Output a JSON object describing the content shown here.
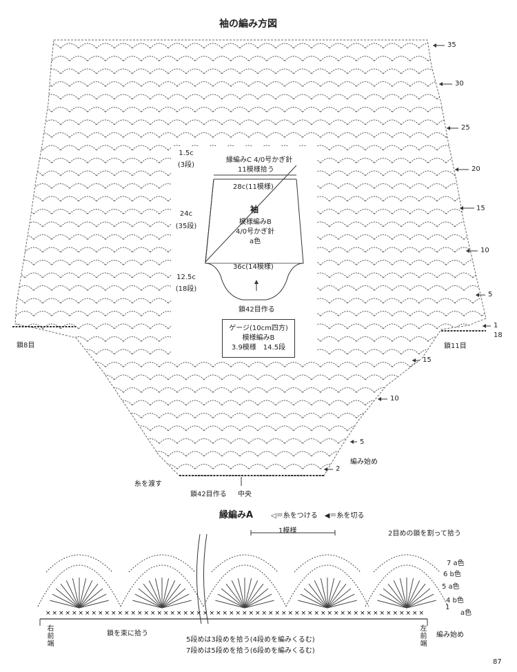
{
  "title": "袖の編み方図",
  "row_labels_right": [
    "35",
    "30",
    "25",
    "20",
    "15",
    "10",
    "5",
    "1",
    "18"
  ],
  "row_labels_bottom": [
    "15",
    "10",
    "5",
    "2"
  ],
  "left_measure": {
    "top": {
      "c": "1.5c",
      "rows": "(3段)"
    },
    "mid": {
      "c": "24c",
      "rows": "(35段)"
    },
    "bot": {
      "c": "12.5c",
      "rows": "(18段)"
    }
  },
  "sleeve_schematic": {
    "edging_note": "縁編みC 4/0号かぎ針",
    "pick_note": "11模様拾う",
    "top_width": "28c(11模様)",
    "name": "袖",
    "pattern": "模様編みB",
    "hook": "4/0号かぎ針",
    "color": "a色",
    "bottom_width": "36c(14模様)",
    "cast_on": "鎖42目作る"
  },
  "gauge": {
    "title": "ゲージ(10cm四方)",
    "pattern": "模様編みB",
    "values": "3.9模様　14.5段"
  },
  "chain_left": "鎖8目",
  "chain_right": "鎖11目",
  "start_label": "編み始め",
  "pass_yarn": "糸を渡す",
  "bottom_cast_on": "鎖42目作る",
  "center_label": "中央",
  "edging": {
    "title": "縁編みA",
    "legend": "◁＝糸をつける　◀＝糸を切る",
    "repeat": "1模様",
    "split_note": "2目めの鎖を割って拾う",
    "row_labels": [
      "7 a色",
      "6 b色",
      "5 a色",
      "4 b色",
      "1"
    ],
    "row_color_a": "a色",
    "left_edge": "右前端",
    "right_edge": "左前端",
    "start": "編み始め",
    "bundle_note": "鎖を束に拾う",
    "note1": "5段めは3段めを拾う(4段めを編みくるむ)",
    "note2": "7段めは5段めを拾う(6段めを編みくるむ)"
  },
  "page_number": "87"
}
